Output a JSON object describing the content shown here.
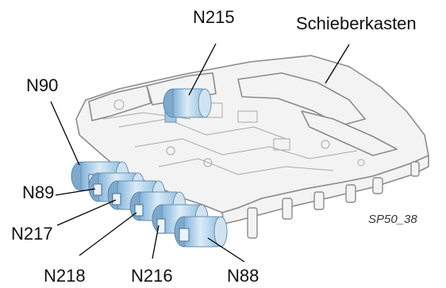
{
  "labels": {
    "n215": "N215",
    "schieberkasten": "Schieberkasten",
    "n90": "N90",
    "n89": "N89",
    "n217": "N217",
    "n218": "N218",
    "n216": "N216",
    "n88": "N88"
  },
  "figure_code": "SP50_38",
  "colors": {
    "body_outline": "#8c8c8c",
    "body_fill": "#f3f3f3",
    "solenoid_fill": "#9fc6e4",
    "solenoid_highlight": "#dcecf7",
    "leader_line": "#000000"
  }
}
